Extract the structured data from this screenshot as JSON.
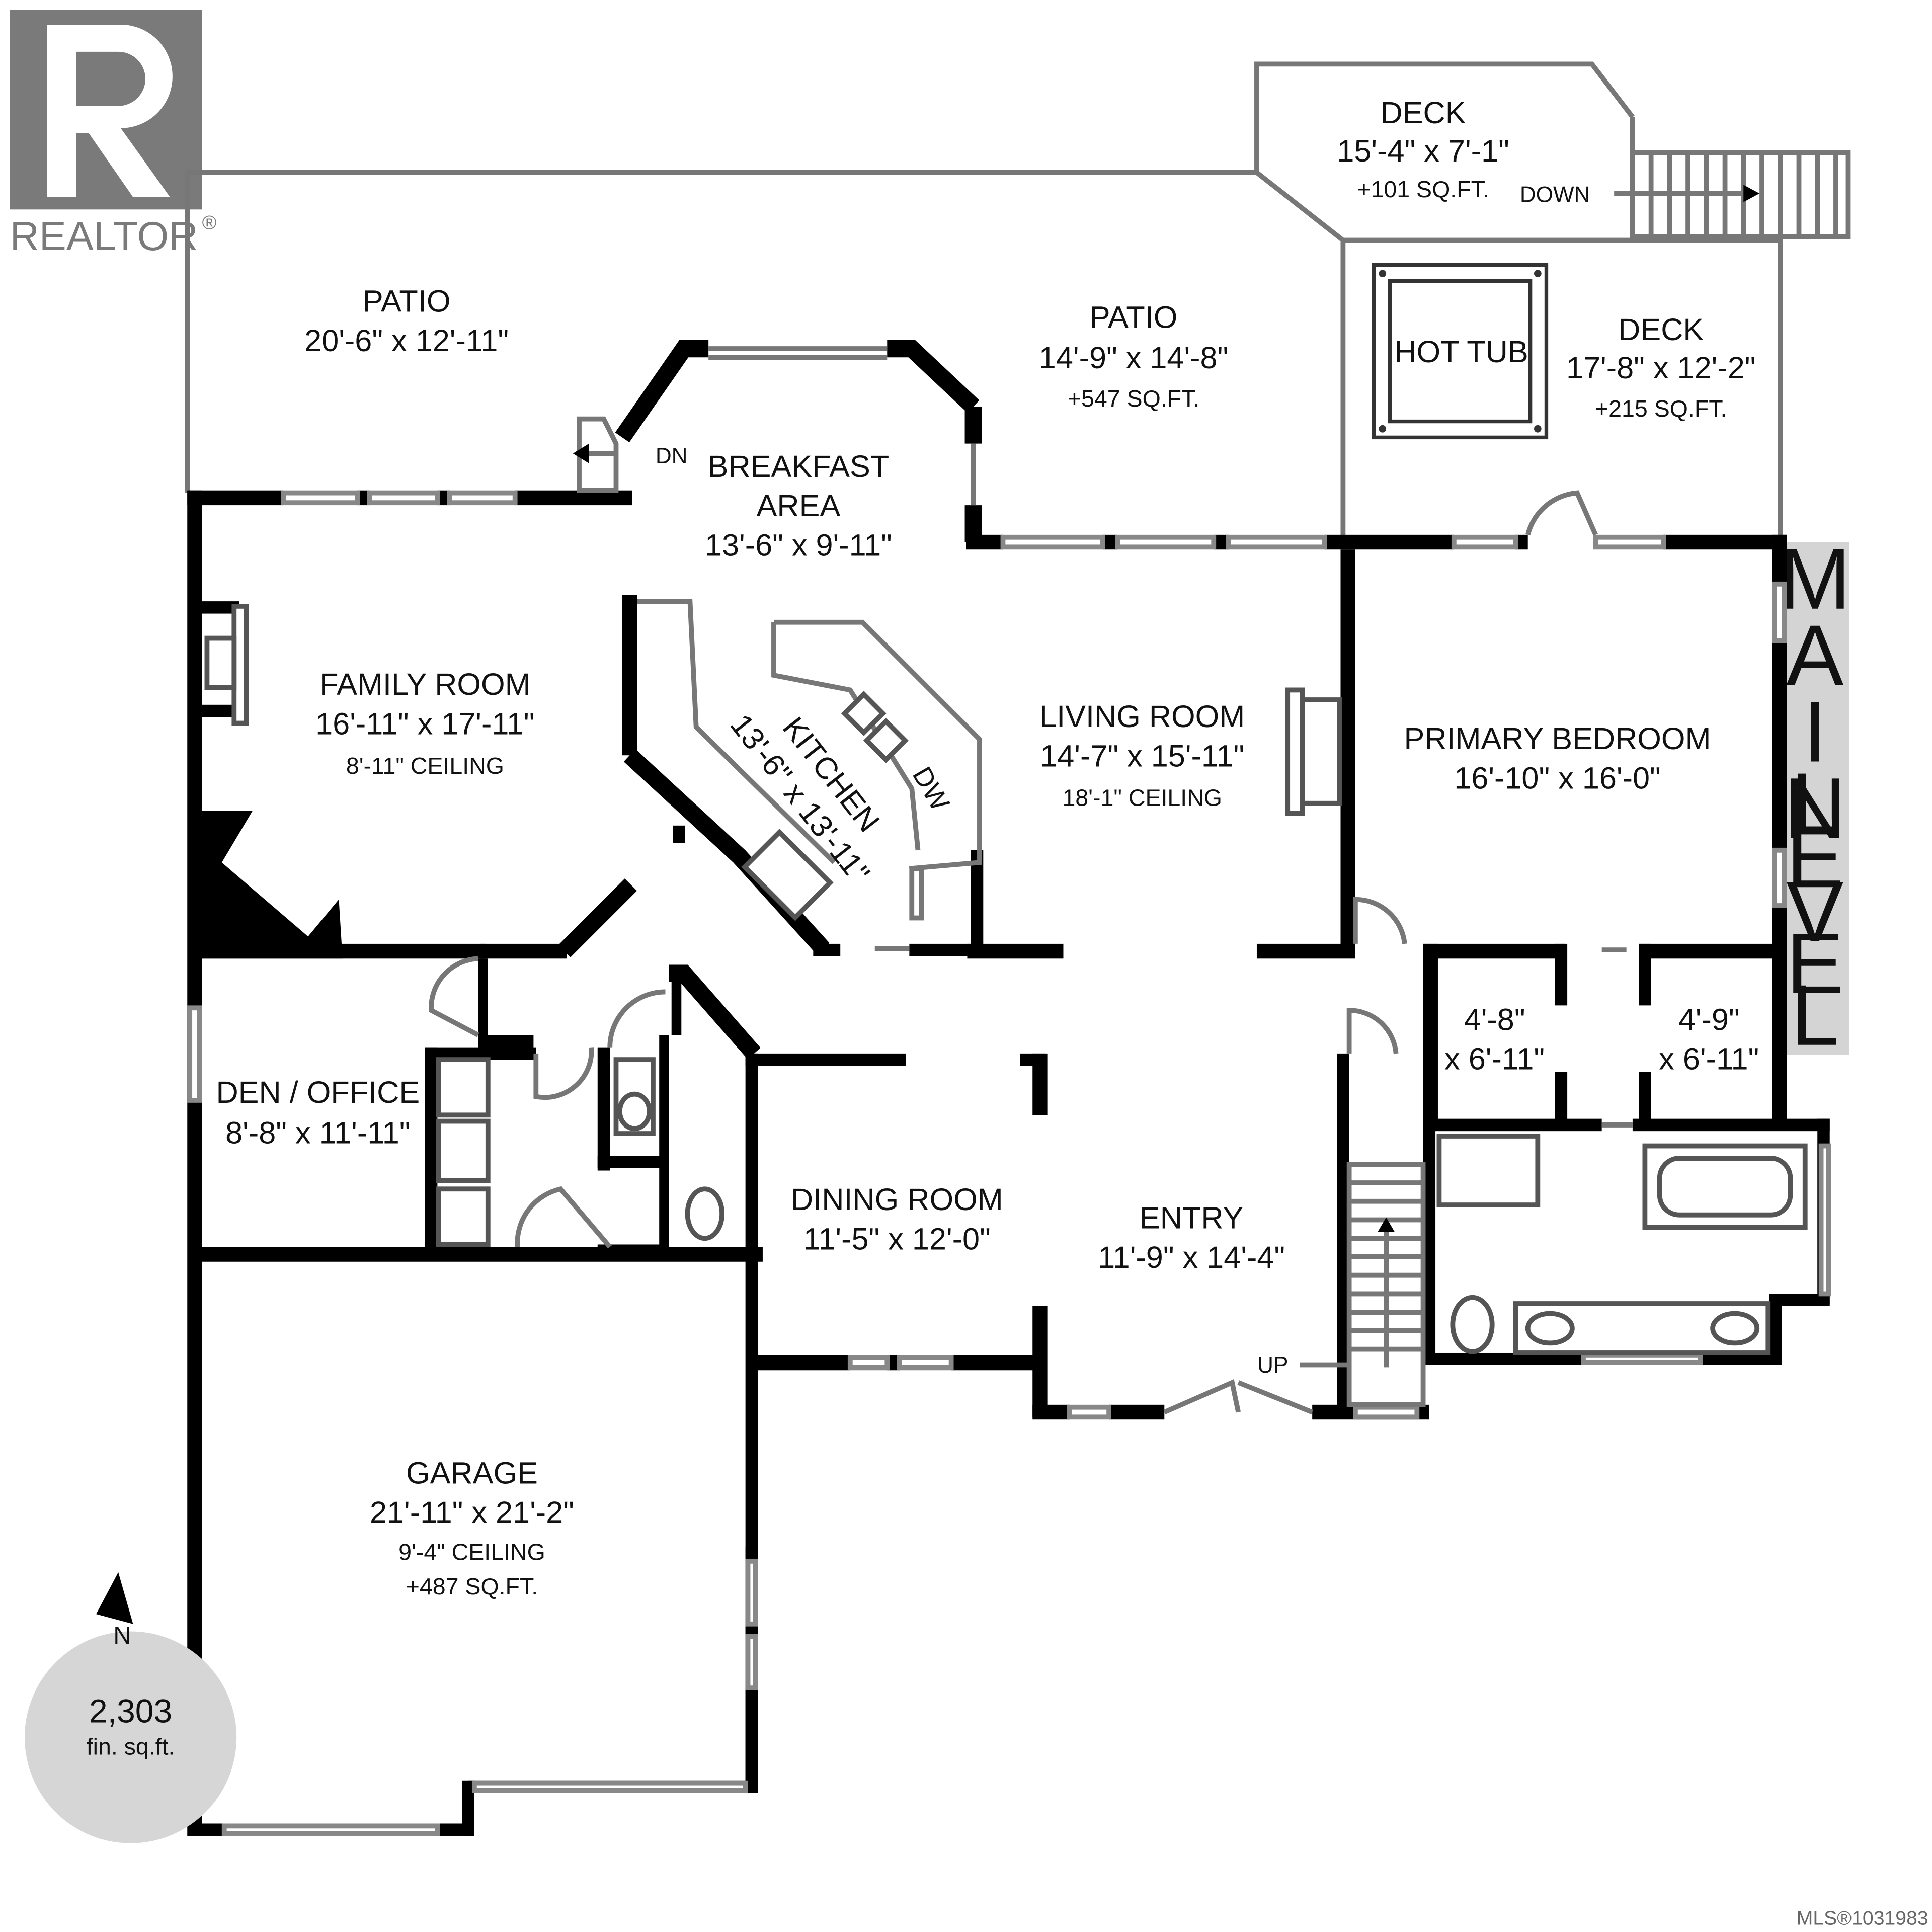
{
  "brand": {
    "logo_text": "REALTOR",
    "registered_mark": "®"
  },
  "level_label": [
    "M",
    "A",
    "I",
    "N",
    "L",
    "E",
    "V",
    "E",
    "L"
  ],
  "rooms": {
    "deck_top": {
      "name": "DECK",
      "dims": "15'-4\" x 7'-1\"",
      "area": "+101 SQ.FT."
    },
    "deck_down": "DOWN",
    "patio_left": {
      "name": "PATIO",
      "dims": "20'-6\" x 12'-11\""
    },
    "patio_mid": {
      "name": "PATIO",
      "dims": "14'-9\" x 14'-8\"",
      "area": "+547 SQ.FT."
    },
    "hot_tub": "HOT TUB",
    "deck_right": {
      "name": "DECK",
      "dims": "17'-8\" x 12'-2\"",
      "area": "+215 SQ.FT."
    },
    "dn": "DN",
    "breakfast": {
      "name1": "BREAKFAST",
      "name2": "AREA",
      "dims": "13'-6\" x 9'-11\""
    },
    "family": {
      "name": "FAMILY ROOM",
      "dims": "16'-11\" x 17'-11\"",
      "ceiling": "8'-11\" CEILING"
    },
    "kitchen": {
      "name": "KITCHEN",
      "dims": "13'-6\" x 13'-11\"",
      "dw": "DW"
    },
    "living": {
      "name": "LIVING ROOM",
      "dims": "14'-7\" x 15'-11\"",
      "ceiling": "18'-1\" CEILING"
    },
    "primary": {
      "name": "PRIMARY BEDROOM",
      "dims": "16'-10\" x 16'-0\""
    },
    "closet_a": {
      "dim1": "4'-8\"",
      "dim2": "x 6'-11\""
    },
    "closet_b": {
      "dim1": "4'-9\"",
      "dim2": "x 6'-11\""
    },
    "den": {
      "name": "DEN / OFFICE",
      "dims": "8'-8\" x 11'-11\""
    },
    "dining": {
      "name": "DINING ROOM",
      "dims": "11'-5\" x 12'-0\""
    },
    "entry": {
      "name": "ENTRY",
      "dims": "11'-9\" x 14'-4\""
    },
    "up": "UP",
    "garage": {
      "name": "GARAGE",
      "dims": "21'-11\" x 21'-2\"",
      "ceiling": "9'-4\" CEILING",
      "area": "+487 SQ.FT."
    }
  },
  "compass": {
    "north": "N",
    "area_value": "2,303",
    "area_unit": "fin. sq.ft."
  },
  "mls": "MLS®1031983"
}
